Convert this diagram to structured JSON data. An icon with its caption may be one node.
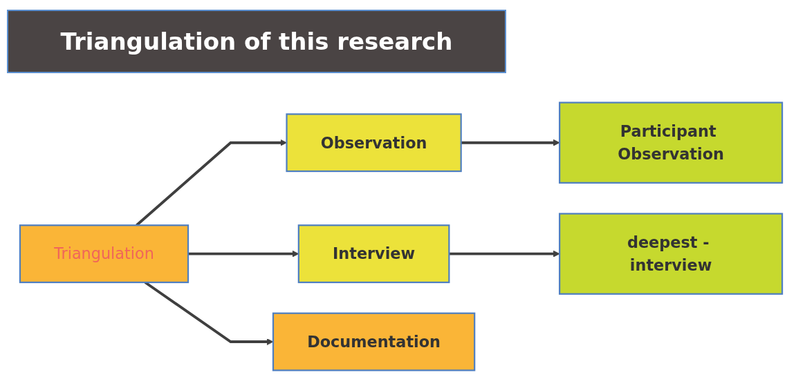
{
  "diagram": {
    "title": "Triangulation of this research",
    "nodes": [
      {
        "text": [
          "Triangulation"
        ]
      },
      {
        "text": [
          "Observation"
        ]
      },
      {
        "text": [
          "Participant Observation"
        ]
      },
      {
        "text": [
          "Interview"
        ]
      },
      {
        "text": [
          "deepest - interview"
        ]
      },
      {
        "text": [
          "Documentation"
        ]
      }
    ],
    "edges": [
      {
        "from": 0,
        "to": 1,
        "arrow": "to"
      },
      {
        "from": 0,
        "to": 3,
        "arrow": "to"
      },
      {
        "from": 0,
        "to": 5,
        "arrow": "to"
      },
      {
        "from": 1,
        "to": 2,
        "arrow": "to"
      },
      {
        "from": 3,
        "to": 4,
        "arrow": "to"
      }
    ]
  }
}
